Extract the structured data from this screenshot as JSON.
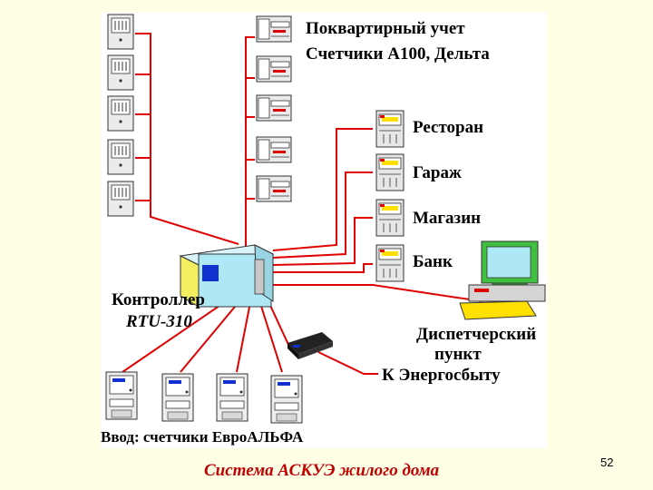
{
  "labels": {
    "apartment_metering_line1": "Поквартирный учет",
    "apartment_metering_line2": "Счетчики А100, Дельта",
    "restaurant": "Ресторан",
    "garage": "Гараж",
    "shop": "Магазин",
    "bank": "Банк",
    "controller_line1": "Контроллер",
    "controller_line2": "RTU-310",
    "dispatcher_line1": "Диспетчерский",
    "dispatcher_line2": "пункт",
    "energy_sales": "К Энергосбыту",
    "input_meters": "Ввод: счетчики ЕвроАЛЬФА"
  },
  "footer": {
    "title": "Система АСКУЭ жилого дома",
    "page_number": "52"
  },
  "colors": {
    "background": "#ffffe6",
    "panel": "#ffffff",
    "wire": "#e00000",
    "title": "#c00000",
    "controller_body": "#aee8f4",
    "controller_side": "#f2ee60",
    "monitor_screen": "#aee8f4",
    "monitor_body": "#40c040",
    "meter_accent_red": "#e00000",
    "meter_accent_yellow": "#ffe000",
    "meter_accent_blue": "#1030d0"
  }
}
